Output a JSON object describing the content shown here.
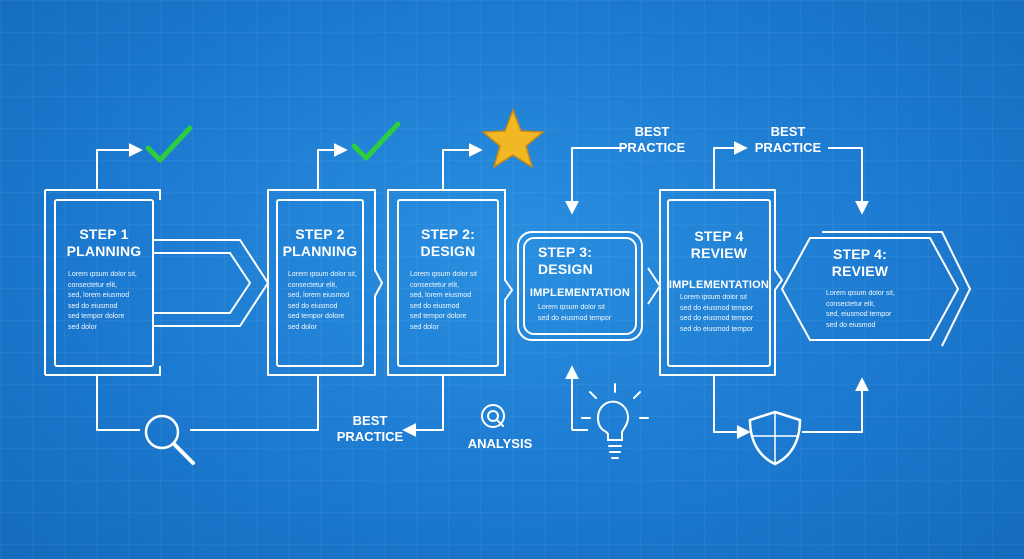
{
  "steps": [
    {
      "title": "STEP 1\nPLANNING",
      "body": "Lorem ipsum dolor sit,\nconsectetur elit,\nsed, lorem eiusmod\nsed do eiusmod\nsed tempor dolore\nsed dolor"
    },
    {
      "title": "STEP 2\nPLANNING",
      "body": "Lorem ipsum dolor sit,\nconsectetur elit,\nsed, lorem eiusmod\nsed do eiusmod\nsed tempor dolore\nsed dolor"
    },
    {
      "title": "STEP 2:\nDESIGN",
      "body": "Lorem ipsum dolor sit\nconsectetur elit,\nsed, lorem eiusmod\nsed do eiusmod\nsed tempor dolore\nsed dolor"
    },
    {
      "title": "STEP 3:\nDESIGN",
      "subtitle": "IMPLEMENTATION",
      "body": "Lorem ipsum dolor sit\nsed do eiusmod tempor"
    },
    {
      "title": "STEP 4\nREVIEW",
      "subtitle": "IMPLEMENTATION",
      "body": "Lorem ipsum dolor sit\nsed do eiusmod tempor\nsed do eiusmod tempor\nsed do eiusmod tempor"
    },
    {
      "title": "STEP 4:\nREVIEW",
      "body": "Lorem ipsum dolor sit,\nconsectetur elit,\nsed, eiusmod tempor\nsed do eiusmod"
    }
  ],
  "labels": {
    "best_practice_top_1": "BEST\nPRACTICE",
    "best_practice_top_2": "BEST\nPRACTICE",
    "best_practice_bottom": "BEST\nPRACTICE",
    "analysis": "ANALYSIS"
  },
  "icons": [
    "check-icon",
    "check-icon",
    "star-icon",
    "magnifier-icon",
    "analysis-icon",
    "lightbulb-icon",
    "shield-icon"
  ],
  "colors": {
    "background": "#1c7ad0",
    "line": "#ffffff",
    "check": "#2ecc40",
    "star": "#f2b824"
  }
}
